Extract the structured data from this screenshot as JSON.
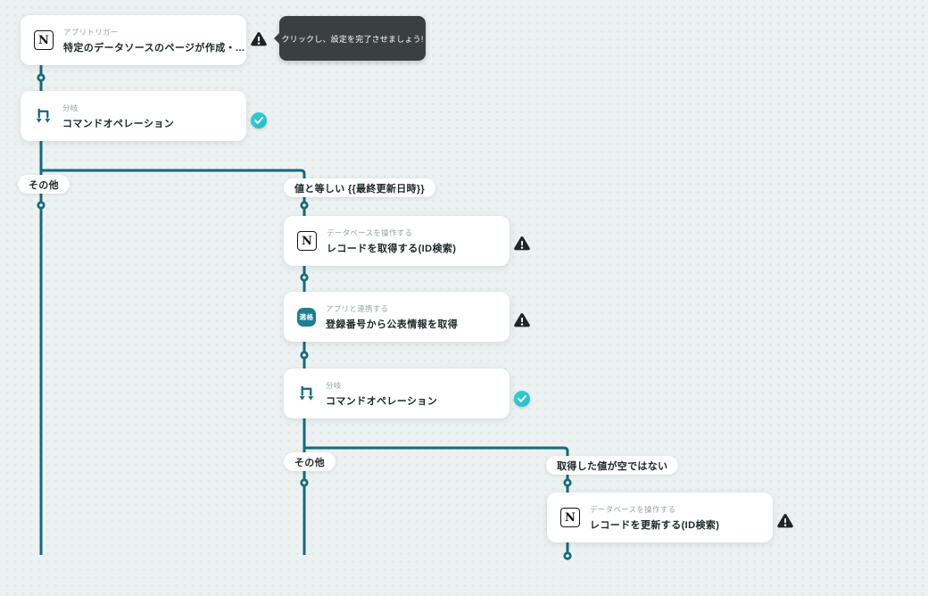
{
  "colors": {
    "background": "#ecf1f1",
    "grid_dot": "#d9e3e2",
    "connector": "#15697d",
    "success_badge": "#2bc3d2",
    "warning_badge": "#202625",
    "tooltip_bg": "#3a403f",
    "card_bg": "#ffffff"
  },
  "tooltip": {
    "text": "クリックし、設定を完了させましょう!"
  },
  "nodes": [
    {
      "icon": "notion-icon",
      "category": "アプリトリガー",
      "title": "特定のデータソースのページが作成・...",
      "status": "warning"
    },
    {
      "icon": "branch-icon",
      "category": "分岐",
      "title": "コマンドオペレーション",
      "status": "success"
    },
    {
      "icon": "notion-icon",
      "category": "データベースを操作する",
      "title": "レコードを取得する(ID検索)",
      "status": "warning"
    },
    {
      "icon": "tekikaku-icon",
      "icon_text": "適格",
      "category": "アプリと連携する",
      "title": "登録番号から公表情報を取得",
      "status": "warning"
    },
    {
      "icon": "branch-icon",
      "category": "分岐",
      "title": "コマンドオペレーション",
      "status": "success"
    },
    {
      "icon": "notion-icon",
      "category": "データベースを操作する",
      "title": "レコードを更新する(ID検索)",
      "status": "warning"
    }
  ],
  "branch_labels": [
    {
      "text": "その他"
    },
    {
      "text": "値と等しい {{最終更新日時}}"
    },
    {
      "text": "その他"
    },
    {
      "text": "取得した値が空ではない"
    }
  ]
}
